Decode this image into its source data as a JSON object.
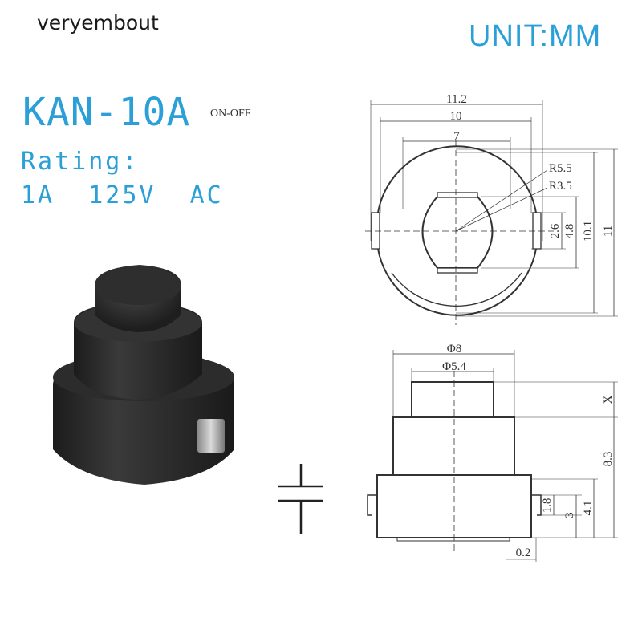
{
  "header": {
    "brand": "veryembout",
    "unit": "UNIT:MM"
  },
  "product": {
    "model": "KAN-10A",
    "mode": "ON-OFF",
    "rating_label": "Rating:",
    "rating_value": "1A  125V  AC"
  },
  "top_view": {
    "dim_width_outer": "11.2",
    "dim_width_mid": "10",
    "dim_width_inner": "7",
    "radius_outer": "R5.5",
    "radius_inner": "R3.5",
    "dim_height_small": "2.6",
    "dim_height_mid": "4.8",
    "dim_height_body": "10.1",
    "dim_height_total": "11"
  },
  "side_view": {
    "dia_base": "Φ8",
    "dia_button": "Φ5.4",
    "dim_x": "X",
    "dim_height": "8.3",
    "dim_pin_low": "1.8",
    "dim_pin_mid": "3",
    "dim_pin_high": "4.1",
    "dim_gap": "0.2"
  },
  "colors": {
    "accent": "#2a9fd8",
    "switch_body": "#2b2b2b",
    "line": "#333333"
  }
}
